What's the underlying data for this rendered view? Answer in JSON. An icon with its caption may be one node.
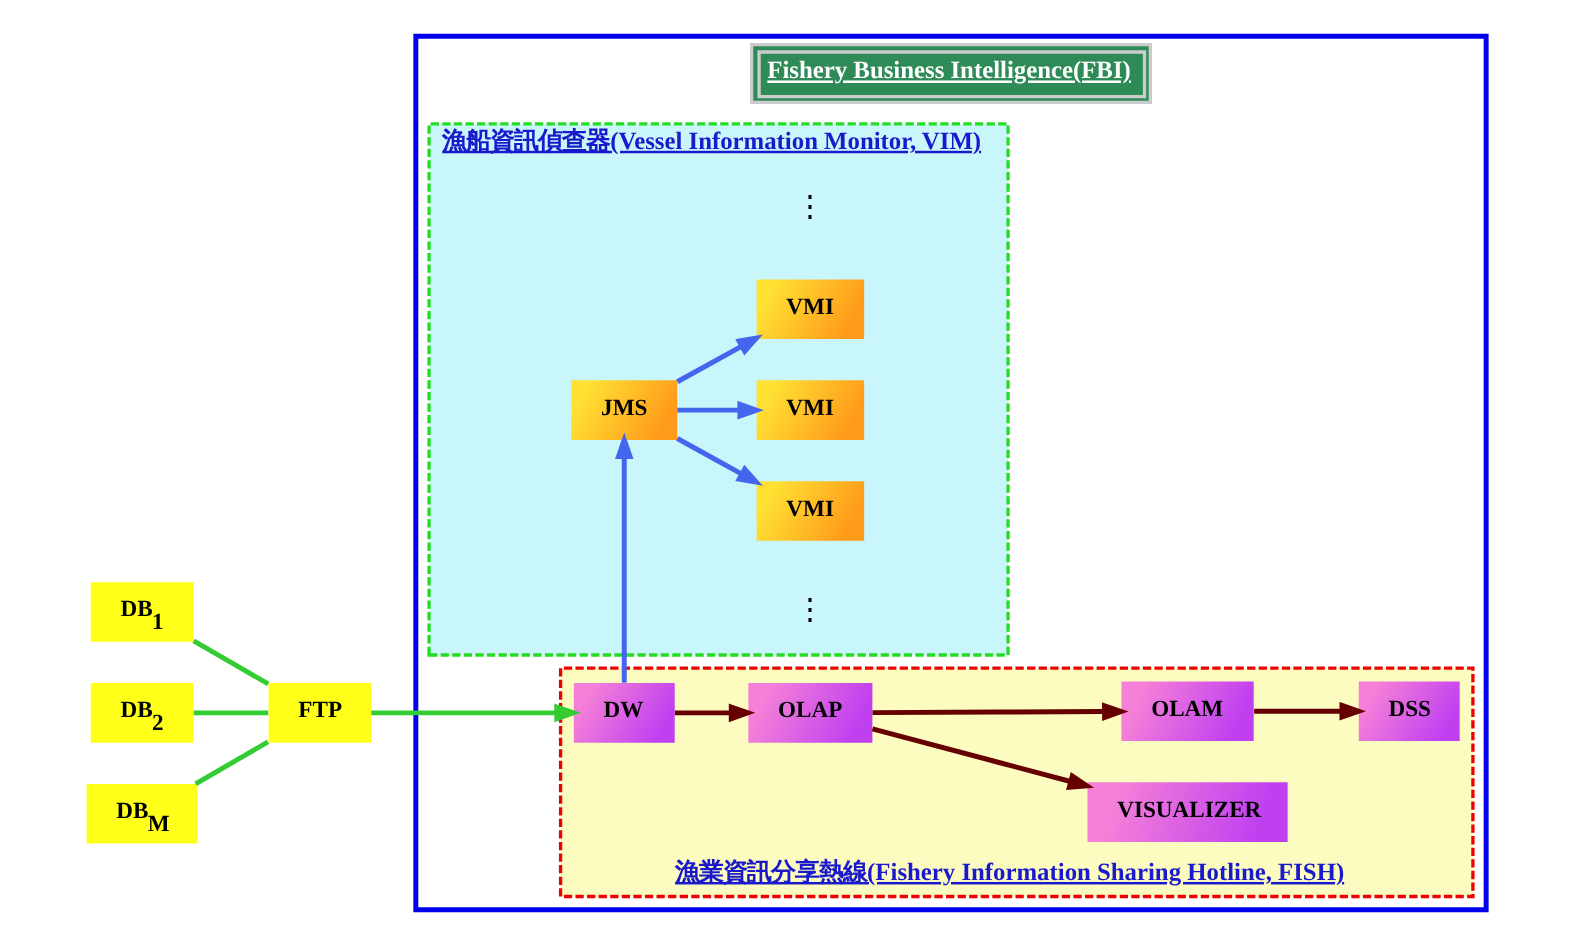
{
  "diagram": {
    "nodes": [
      {
        "text": [
          "Fishery Business Intelligence(FBI)"
        ]
      },
      {
        "text": [
          "漁船資訊偵查器(Vessel Information Monitor, VIM)"
        ],
        "in": 0
      },
      {
        "text": [
          "JMS"
        ],
        "in": 1
      },
      {
        "text": [
          "VMI"
        ],
        "in": 1
      },
      {
        "text": [
          "VMI"
        ],
        "in": 1
      },
      {
        "text": [
          "VMI"
        ],
        "in": 1
      },
      {
        "text": [
          "漁業資訊分享熱線(Fishery Information Sharing Hotline, FISH)"
        ],
        "in": 0
      },
      {
        "text": [
          "VISUALIZER"
        ],
        "in": 6
      },
      {
        "text": [
          "DW"
        ],
        "in": 6
      },
      {
        "text": [
          "OLAP"
        ],
        "in": 6
      },
      {
        "text": [
          "OLAM"
        ],
        "in": 6
      },
      {
        "text": [
          "DSS"
        ],
        "in": 6
      },
      {
        "text": [
          "DB$_{1}$"
        ]
      },
      {
        "text": [
          "DB$_{2}$"
        ]
      },
      {
        "text": [
          "DB$_{M}$"
        ]
      },
      {
        "text": [
          "FTP"
        ]
      }
    ],
    "edges": [
      {
        "from": 12,
        "to": 15,
        "arrow": "none",
        "color": "#33cc33"
      },
      {
        "from": 13,
        "to": 15,
        "arrow": "none",
        "color": "#33cc33"
      },
      {
        "from": 14,
        "to": 15,
        "arrow": "none",
        "color": "#33cc33"
      },
      {
        "from": 15,
        "to": 8,
        "arrow": "to",
        "color": "#33cc33"
      },
      {
        "from": 8,
        "to": 2,
        "arrow": "to",
        "color": "#4466ee"
      },
      {
        "from": 2,
        "to": 3,
        "arrow": "to",
        "color": "#4466ee"
      },
      {
        "from": 2,
        "to": 4,
        "arrow": "to",
        "color": "#4466ee"
      },
      {
        "from": 2,
        "to": 5,
        "arrow": "to",
        "color": "#4466ee"
      },
      {
        "from": 9,
        "to": 7,
        "arrow": "to",
        "color": "#660000"
      },
      {
        "from": 8,
        "to": 9,
        "arrow": "to",
        "color": "#660000"
      },
      {
        "from": 9,
        "to": 10,
        "arrow": "to",
        "color": "#660000"
      },
      {
        "from": 10,
        "to": 11,
        "arrow": "to",
        "color": "#660000"
      }
    ],
    "labels": [
      "⋮",
      "⋮"
    ]
  }
}
